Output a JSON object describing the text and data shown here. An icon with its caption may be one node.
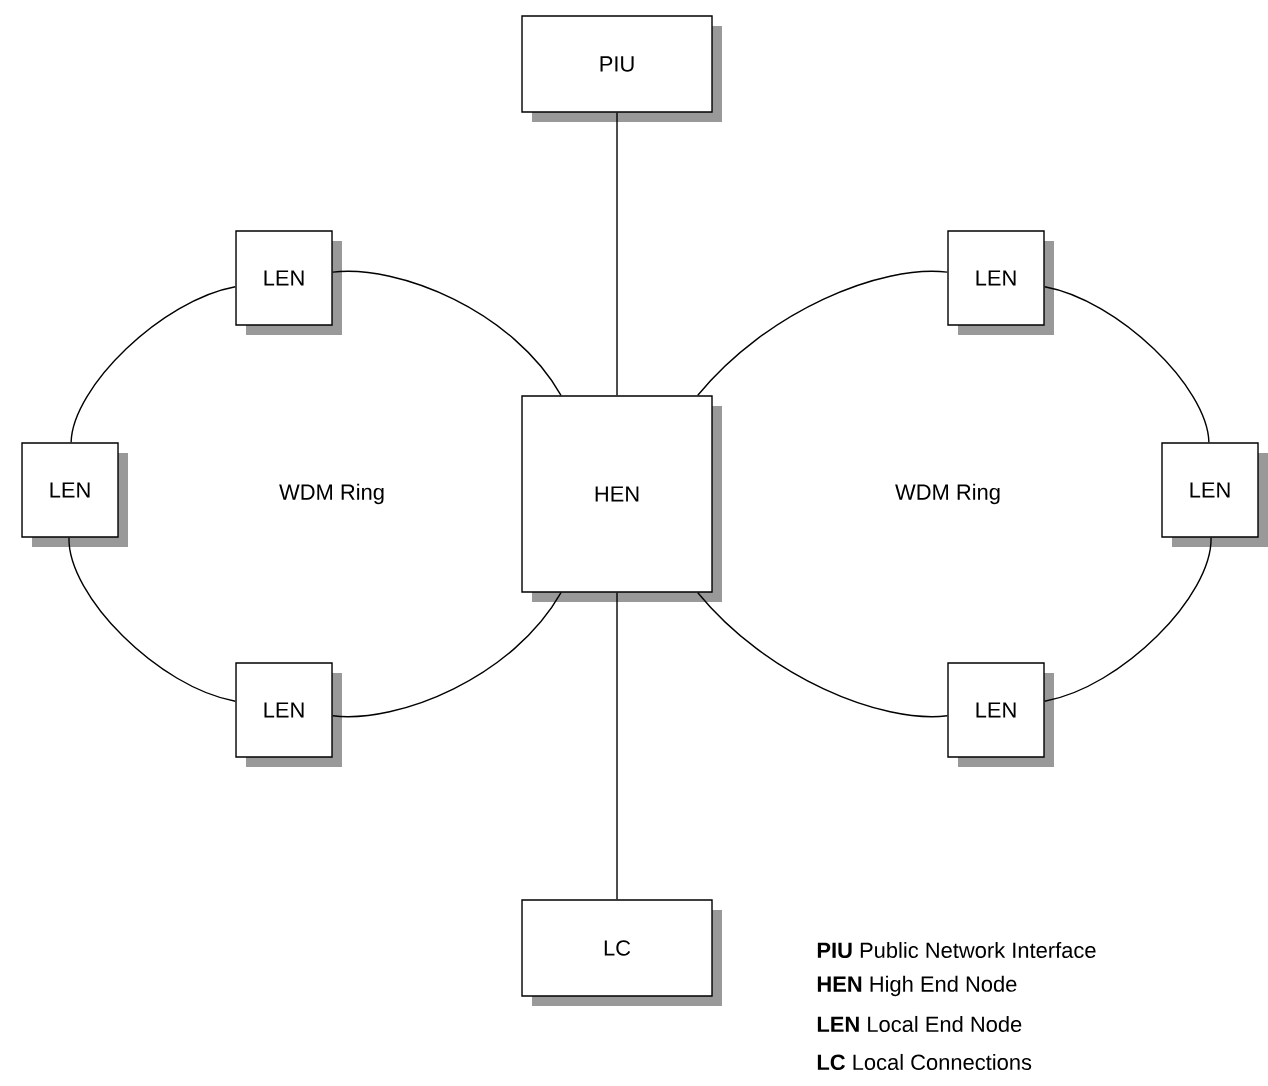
{
  "diagram": {
    "nodes": [
      {
        "text": [
          "PIU"
        ]
      },
      {
        "text": [
          "LEN"
        ]
      },
      {
        "text": [
          "LEN"
        ]
      },
      {
        "text": [
          "LEN"
        ]
      },
      {
        "text": [
          "HEN"
        ]
      },
      {
        "text": [
          "LEN"
        ]
      },
      {
        "text": [
          "LEN"
        ]
      },
      {
        "text": [
          "LEN"
        ]
      },
      {
        "text": [
          "LC"
        ]
      }
    ],
    "edges": [
      {
        "from": 0,
        "to": 4,
        "arrow": "none"
      },
      {
        "from": 4,
        "to": 8,
        "arrow": "none"
      },
      {
        "from": 4,
        "to": 1,
        "arrow": "none"
      },
      {
        "from": 1,
        "to": 3,
        "arrow": "none"
      },
      {
        "from": 3,
        "to": 6,
        "arrow": "none"
      },
      {
        "from": 6,
        "to": 4,
        "arrow": "none"
      },
      {
        "from": 4,
        "to": 2,
        "arrow": "none"
      },
      {
        "from": 2,
        "to": 5,
        "arrow": "none"
      },
      {
        "from": 5,
        "to": 7,
        "arrow": "none"
      },
      {
        "from": 7,
        "to": 4,
        "arrow": "none"
      }
    ],
    "labels": [
      "WDM Ring",
      "WDM Ring",
      "**PIU** Public Network Interface",
      "**HEN** High End Node",
      "**LEN** Local End Node",
      "**LC** Local Connections"
    ]
  }
}
